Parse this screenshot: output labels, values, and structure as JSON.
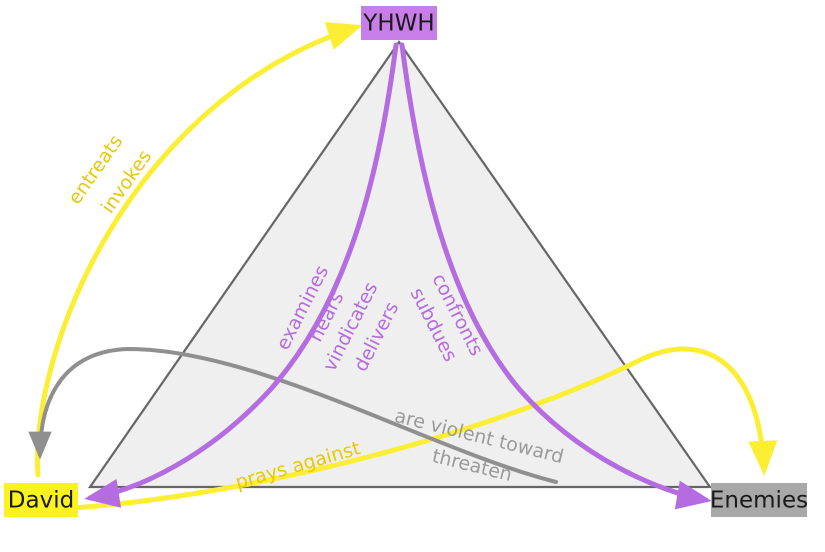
{
  "diagram": {
    "title": "YHWH-David-Enemies relational triangle",
    "background_color": "#ffffff",
    "triangle": {
      "fill": "#efefef",
      "stroke": "#666666"
    },
    "nodes": [
      {
        "id": "yhwh",
        "label": "YHWH",
        "fill": "#c77ee8",
        "text_color": "#1a1a1a"
      },
      {
        "id": "david",
        "label": "David",
        "fill": "#fbf21e",
        "text_color": "#1a1a1a"
      },
      {
        "id": "enemies",
        "label": "Enemies",
        "fill": "#a8a8a8",
        "text_color": "#1a1a1a"
      }
    ],
    "edges": [
      {
        "id": "david-to-yhwh",
        "from": "David",
        "to": "YHWH",
        "color": "#fbee33",
        "labels": [
          "entreats",
          "invokes"
        ]
      },
      {
        "id": "david-to-enemies",
        "from": "David",
        "to": "Enemies",
        "color": "#fbee33",
        "labels": [
          "prays against"
        ]
      },
      {
        "id": "yhwh-to-david",
        "from": "YHWH",
        "to": "David",
        "color": "#b56ce0",
        "labels": [
          "examines",
          "hears",
          "vindicates",
          "delivers"
        ]
      },
      {
        "id": "yhwh-to-enemies",
        "from": "YHWH",
        "to": "Enemies",
        "color": "#b56ce0",
        "labels": [
          "confronts",
          "subdues"
        ]
      },
      {
        "id": "enemies-to-david",
        "from": "Enemies",
        "to": "David",
        "color": "#8f8f8f",
        "labels": [
          "are violent toward",
          "threaten"
        ]
      }
    ],
    "edge_labels": {
      "entreats": "entreats",
      "invokes": "invokes",
      "prays_against": "prays against",
      "examines": "examines",
      "hears": "hears",
      "vindicates": "vindicates",
      "delivers": "delivers",
      "confronts": "confronts",
      "subdues": "subdues",
      "are_violent_toward": "are violent toward",
      "threaten": "threaten"
    },
    "colors": {
      "yellow": "#fbee33",
      "purple": "#b56ce0",
      "gray": "#8f8f8f",
      "yhwh_box": "#c77ee8",
      "david_box": "#fbf21e",
      "enemies_box": "#a8a8a8",
      "triangle_fill": "#efefef",
      "triangle_stroke": "#666666"
    }
  }
}
